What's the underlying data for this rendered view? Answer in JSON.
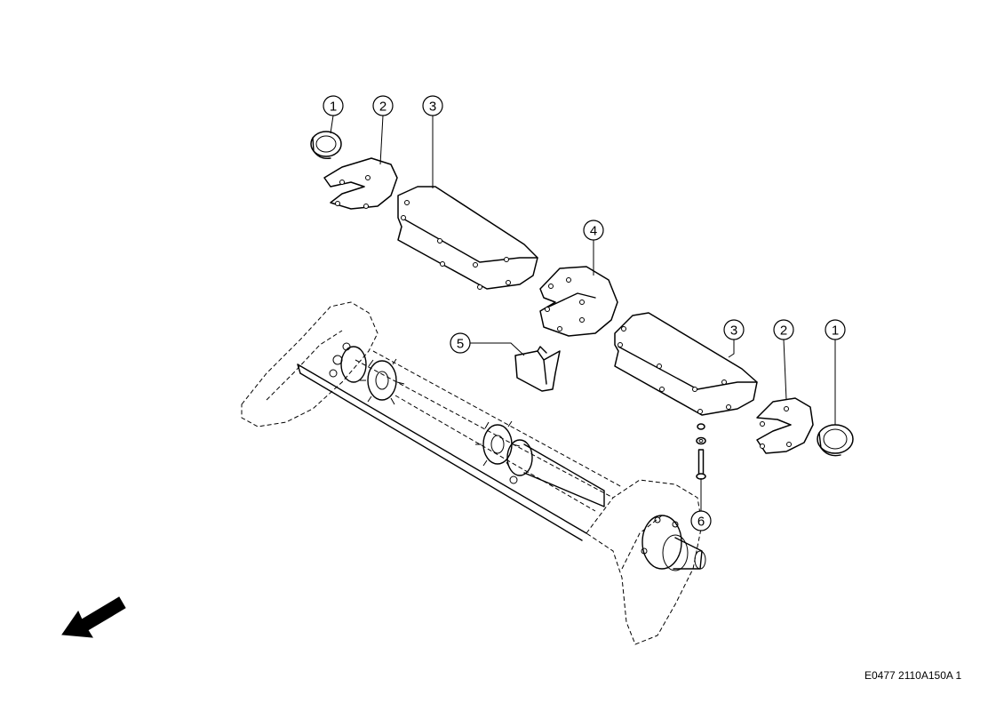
{
  "callouts": [
    "1",
    "2",
    "3",
    "4",
    "5",
    "6",
    "3",
    "2",
    "1"
  ],
  "drawing_code": "E0477 2110A150A 1",
  "icons": {
    "direction_arrow": "direction-arrow-icon"
  }
}
